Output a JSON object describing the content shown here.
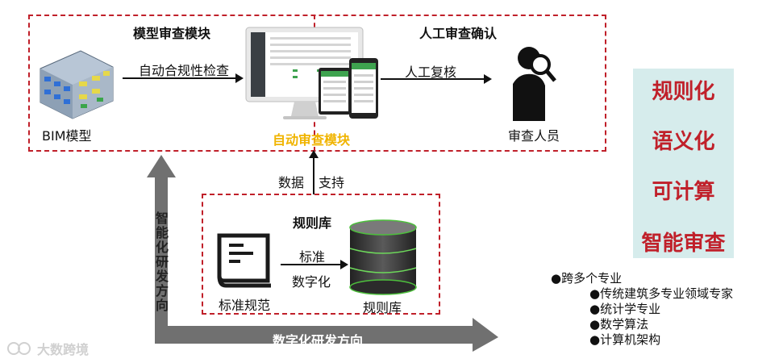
{
  "top": {
    "model_review_title": "模型审查模块",
    "manual_review_title": "人工审查确认",
    "bim_label": "BIM模型",
    "auto_check_label": "自动合规性检查",
    "manual_recheck_label": "人工复核",
    "auto_module_label": "自动审查模块",
    "reviewer_label": "审查人员"
  },
  "middle": {
    "data_label": "数据",
    "support_label": "支持"
  },
  "rules": {
    "title": "规则库",
    "std_label": "标准规范",
    "db_label": "规则库",
    "arrow_line1": "标准",
    "arrow_line2": "数字化"
  },
  "axes": {
    "vertical_label": "智能化研发方向",
    "horizontal_label": "数字化研发方向"
  },
  "side_panel": {
    "items": [
      "规则化",
      "语义化",
      "可计算",
      "智能审查"
    ]
  },
  "bullets": {
    "items": [
      "●跨多个专业",
      "●传统建筑多专业领域专家",
      "●统计学专业",
      "●数学算法",
      "●计算机架构"
    ]
  },
  "watermark": {
    "text": "大数跨境"
  },
  "colors": {
    "accent_red": "#c0202a",
    "module_yellow": "#f0b400",
    "panel_bg": "#d6ecec",
    "axis_gray": "#707070"
  }
}
